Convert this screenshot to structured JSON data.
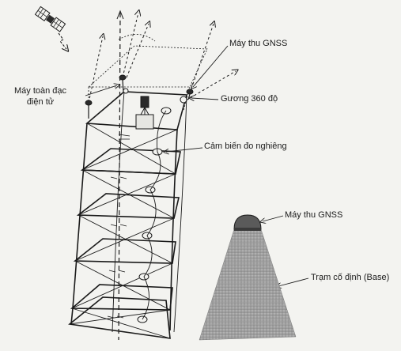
{
  "labels": {
    "gnss_receiver_top": "Máy thu GNSS",
    "total_station_line1": "Máy toàn đạc",
    "total_station_line2": "điện tử",
    "prism_360": "Gương 360 độ",
    "tilt_sensor": "Cảm biến đo nghiêng",
    "gnss_receiver_base": "Máy thu GNSS",
    "base_station": "Trạm cố định (Base)"
  },
  "colors": {
    "ink": "#1a1a1a",
    "background": "#f3f3f0",
    "base_fill": "#9b9b9b",
    "dome_fill": "#5a5a5a"
  },
  "icons": [
    "satellite-icon"
  ]
}
